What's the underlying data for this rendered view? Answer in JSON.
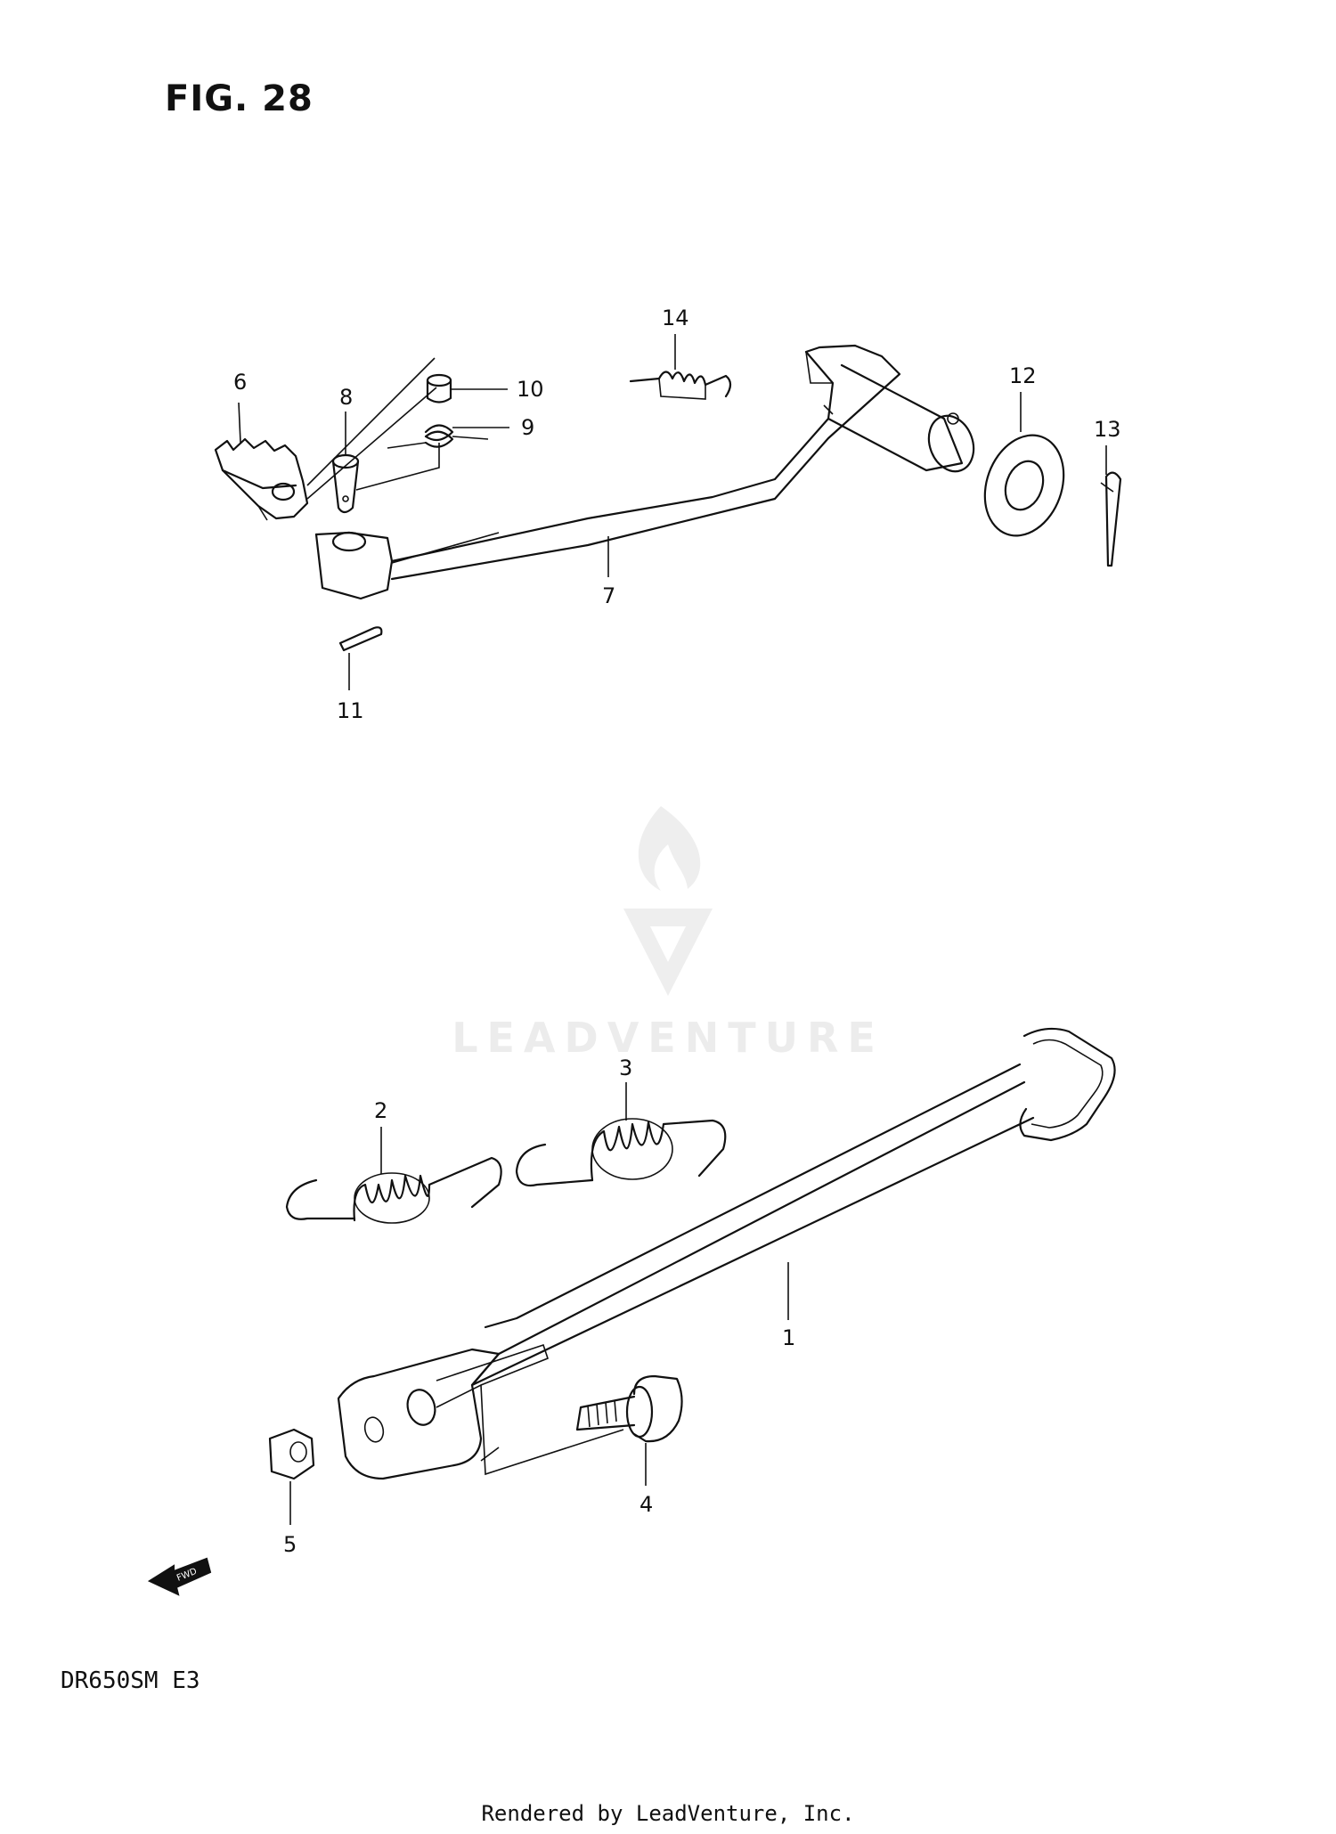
{
  "figure": {
    "title": "FIG. 28"
  },
  "parts": [
    {
      "number": "1"
    },
    {
      "number": "2"
    },
    {
      "number": "3"
    },
    {
      "number": "4"
    },
    {
      "number": "5"
    },
    {
      "number": "6"
    },
    {
      "number": "7"
    },
    {
      "number": "8"
    },
    {
      "number": "9"
    },
    {
      "number": "10"
    },
    {
      "number": "11"
    },
    {
      "number": "12"
    },
    {
      "number": "13"
    },
    {
      "number": "14"
    }
  ],
  "direction_marker": {
    "label": "FWD",
    "icon": "arrow-left-icon"
  },
  "model_code": "DR650SM E3",
  "watermark": {
    "brand": "LEADVENTURE",
    "icon": "flame-v-logo-icon"
  },
  "footer": {
    "credit": "Rendered by LeadVenture, Inc."
  }
}
